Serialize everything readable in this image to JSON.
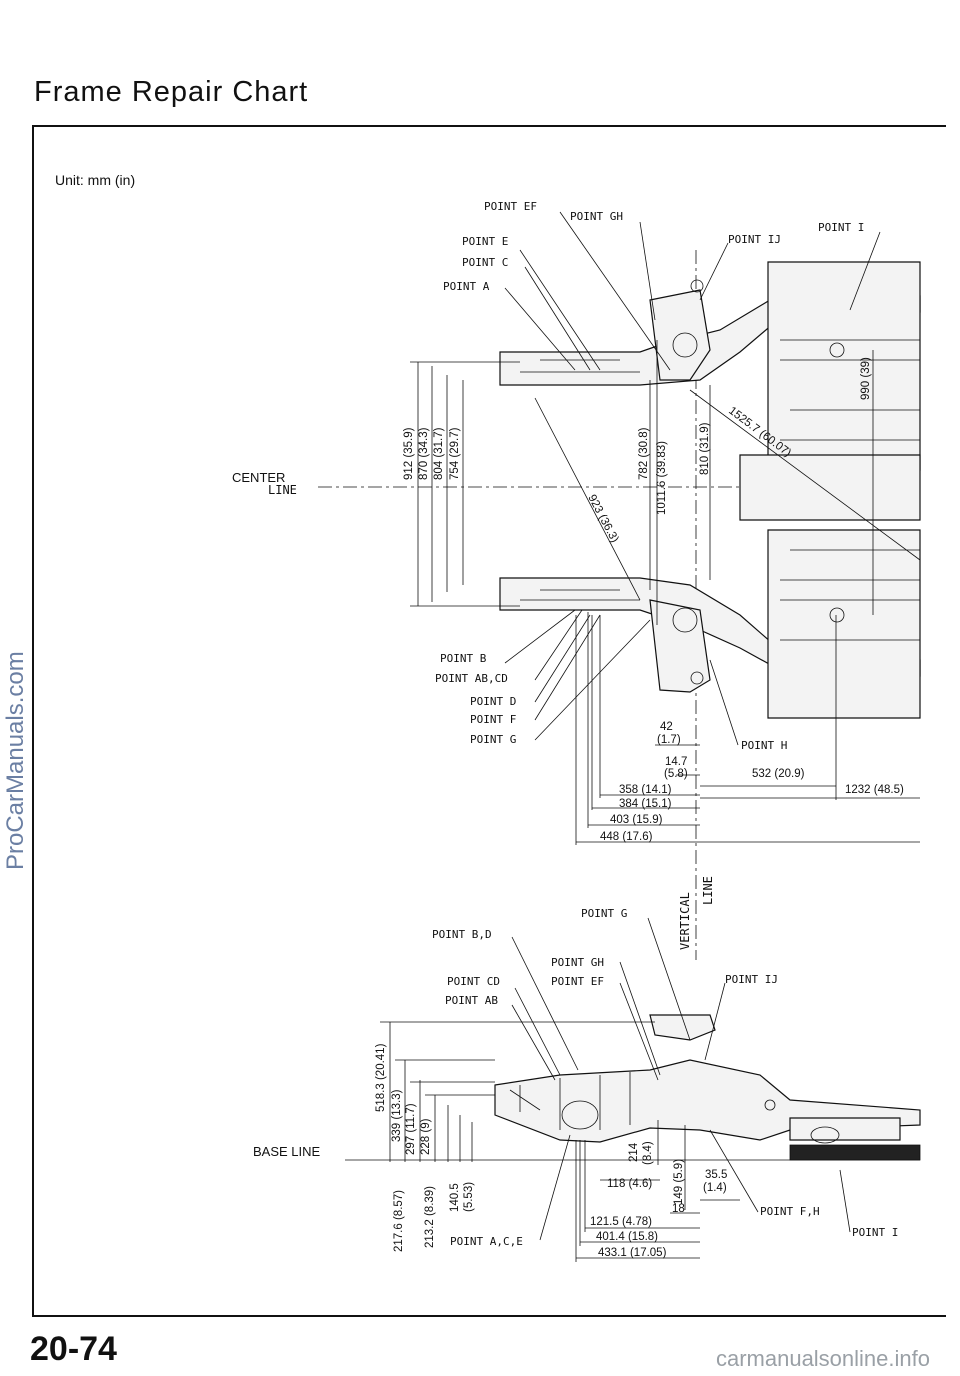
{
  "page_title": "Frame Repair Chart",
  "unit_label": "Unit: mm (in)",
  "page_number": "20-74",
  "watermark_left": "ProCarManuals.com",
  "watermark_bottom": "carmanualsonline.info",
  "top_view": {
    "point_labels": {
      "ef": "POINT EF",
      "gh": "POINT GH",
      "e": "POINT E",
      "c": "POINT C",
      "a": "POINT A",
      "ij": "POINT IJ",
      "i": "POINT I",
      "b": "POINT B",
      "abcd": "POINT AB,CD",
      "d": "POINT D",
      "f": "POINT F",
      "g": "POINT G",
      "h": "POINT H"
    },
    "center_line_1": "CENTER",
    "center_line_2": "LINE",
    "dims": {
      "d912": "912 (35.9)",
      "d870": "870 (34.3)",
      "d804": "804 (31.7)",
      "d754": "754 (29.7)",
      "d782": "782 (30.8)",
      "d1011": "1011.6 (39.83)",
      "d810": "810 (31.9)",
      "d1525": "1525.7 (60.07)",
      "d990": "990 (39)",
      "d923": "923 (36.3)",
      "d42a": "42",
      "d42b": "(1.7)",
      "d147a": "14.7",
      "d147b": "(5.8)",
      "d358": "358 (14.1)",
      "d384": "384 (15.1)",
      "d403": "403 (15.9)",
      "d448": "448 (17.6)",
      "d532": "532 (20.9)",
      "d1232": "1232 (48.5)"
    }
  },
  "side_view": {
    "vertical_line_1": "VERTICAL",
    "vertical_line_2": "LINE",
    "point_labels": {
      "g": "POINT G",
      "bd": "POINT B,D",
      "gh": "POINT GH",
      "ef": "POINT EF",
      "cd": "POINT CD",
      "ab": "POINT AB",
      "ij": "POINT IJ",
      "ace": "POINT A,C,E",
      "fh": "POINT F,H",
      "i": "POINT I"
    },
    "base_line": "BASE LINE",
    "dims": {
      "d518": "518.3 (20.41)",
      "d339": "339 (13.3)",
      "d297": "297 (11.7)",
      "d228": "228 (9)",
      "d217": "217.6 (8.57)",
      "d213": "213.2 (8.39)",
      "d1405a": "140.5",
      "d1405b": "(5.53)",
      "d214a": "214",
      "d214b": "(8.4)",
      "d149": "149 (5.9)",
      "d118": "118 (4.6)",
      "d355a": "35.5",
      "d355b": "(1.4)",
      "d18": "18",
      "d1215": "121.5 (4.78)",
      "d4014": "401.4 (15.8)",
      "d4331": "433.1 (17.05)"
    }
  }
}
